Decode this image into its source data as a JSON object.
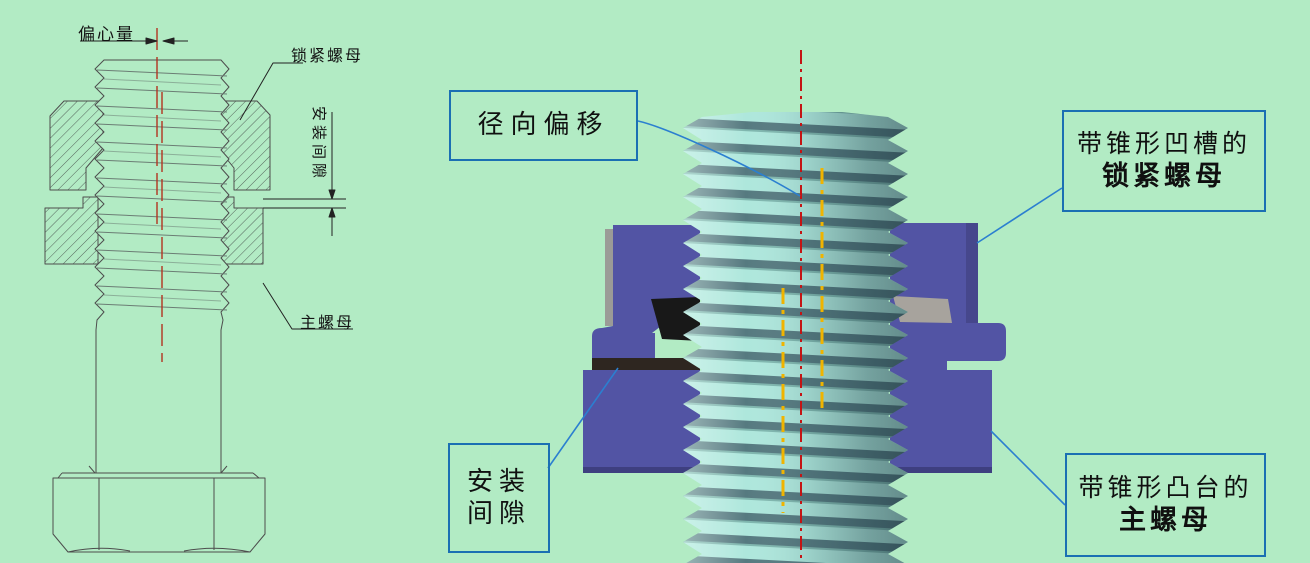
{
  "left_drawing": {
    "labels": {
      "eccentricity": "偏心量",
      "lock_nut": "锁紧螺母",
      "install_clearance": "安装间隙",
      "main_nut": "主螺母"
    }
  },
  "right_render": {
    "callouts": {
      "radial_offset": "径向偏移",
      "lock_nut_line1": "带锥形凹槽的",
      "lock_nut_line2": "锁紧螺母",
      "clearance_line1": "安装",
      "clearance_line2": "间隙",
      "main_nut_line1": "带锥形凸台的",
      "main_nut_line2": "主螺母"
    }
  },
  "colors": {
    "background": "#b2ebc4",
    "callout_border": "#1b6fb3",
    "leader_blue": "#2b7fd0",
    "nut_purple": "#5254a4",
    "rod_light_teal": "#b0e8dd",
    "rod_dark_teal": "#567a80",
    "centerline_red": "#c41414",
    "offset_axis_yellow": "#f0b400",
    "drawing_line_gray": "#4d4d4d"
  }
}
